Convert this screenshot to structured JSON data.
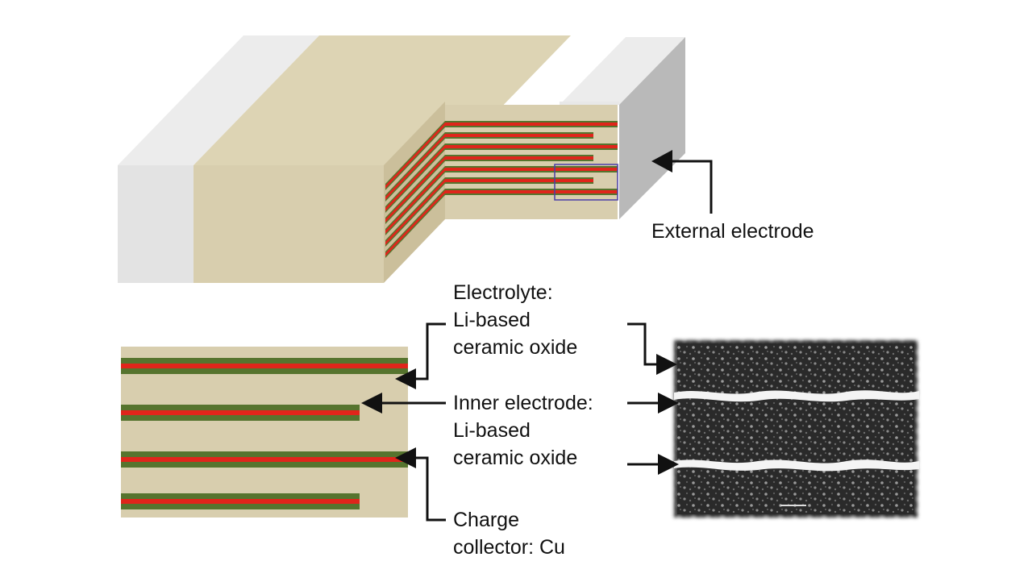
{
  "labels": {
    "external_electrode": "External electrode",
    "electrolyte": [
      "Electrolyte:",
      "Li-based",
      "ceramic oxide"
    ],
    "inner_electrode": [
      "Inner electrode:",
      "Li-based",
      "ceramic oxide"
    ],
    "charge_collector": [
      "Charge",
      "collector: Cu"
    ]
  },
  "colors": {
    "ceramic_body": "#d8ceae",
    "ceramic_top": "#ddd4b4",
    "ceramic_side": "#c8bd9a",
    "end_cap_front": "#e3e3e3",
    "end_cap_top": "#ececec",
    "end_cap_side": "#b9b9b9",
    "electrode_red": "#e0251b",
    "electrode_green": "#56742e",
    "arrow": "#111111",
    "sem_background": "#2a2a2a"
  }
}
